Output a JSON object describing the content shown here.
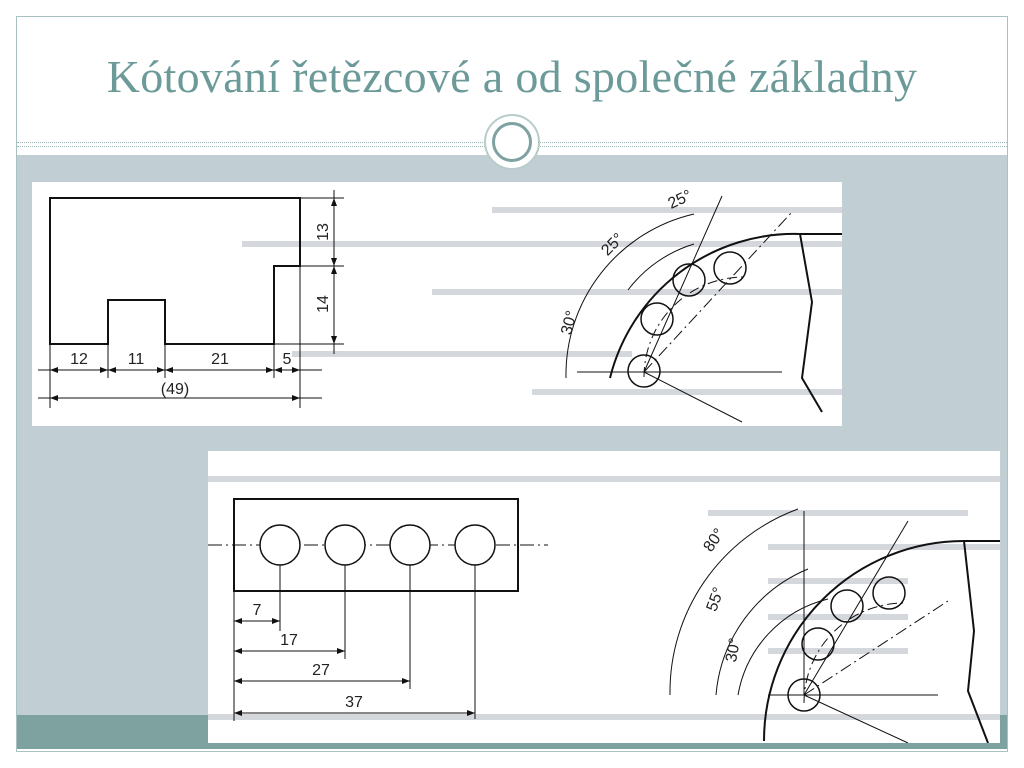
{
  "slide": {
    "title": "Kótování řetězcové a od společné základny"
  },
  "figure_top": {
    "chain_dims": [
      "12",
      "11",
      "21",
      "5"
    ],
    "total_dim": "(49)",
    "vertical_dims": [
      "13",
      "14"
    ],
    "angles": [
      "25°",
      "25°",
      "30°"
    ]
  },
  "figure_bottom": {
    "base_dims": [
      "7",
      "17",
      "27",
      "37"
    ],
    "angles": [
      "80°",
      "55°",
      "30°"
    ]
  }
}
